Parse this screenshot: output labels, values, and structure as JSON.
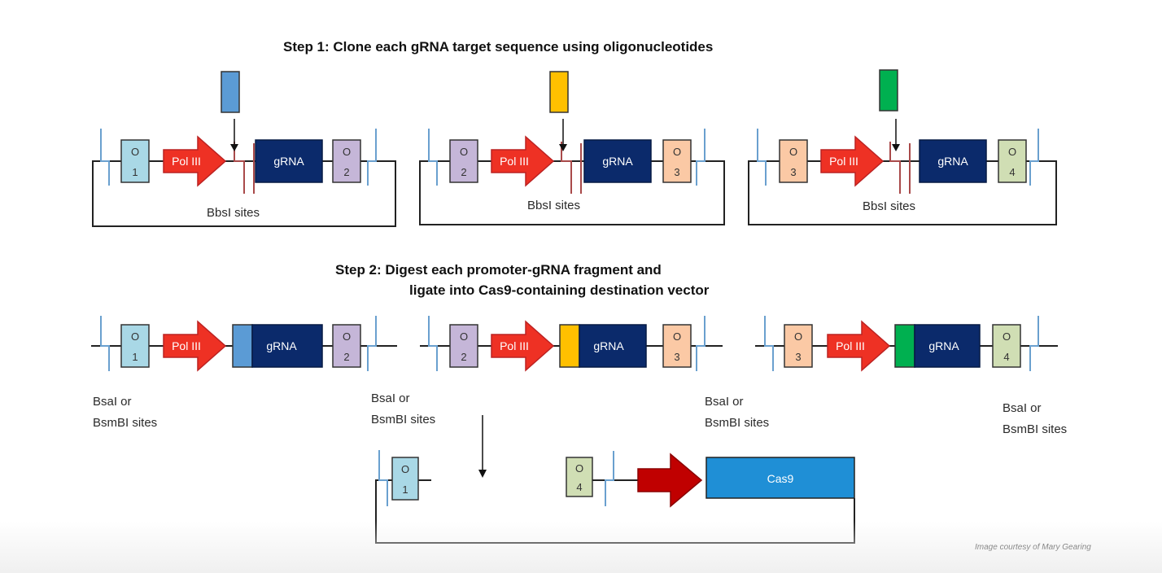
{
  "step1": {
    "title": "Step 1: Clone each gRNA target sequence using oligonucleotides",
    "constructs": [
      {
        "left_overlap": [
          "O",
          "1"
        ],
        "right_overlap": [
          "O",
          "2"
        ],
        "promoter": "Pol III",
        "grna": "gRNA",
        "site_label": "BbsI sites",
        "oligo_color": "#5b9bd5"
      },
      {
        "left_overlap": [
          "O",
          "2"
        ],
        "right_overlap": [
          "O",
          "3"
        ],
        "promoter": "Pol III",
        "grna": "gRNA",
        "site_label": "BbsI sites",
        "oligo_color": "#ffc000"
      },
      {
        "left_overlap": [
          "O",
          "3"
        ],
        "right_overlap": [
          "O",
          "4"
        ],
        "promoter": "Pol III",
        "grna": "gRNA",
        "site_label": "BbsI sites",
        "oligo_color": "#00b050"
      }
    ]
  },
  "step2": {
    "title_line1": "Step 2:  Digest each promoter-gRNA fragment and",
    "title_line2": "ligate into Cas9-containing destination vector",
    "fragments": [
      {
        "left_overlap": [
          "O",
          "1"
        ],
        "right_overlap": [
          "O",
          "2"
        ],
        "promoter": "Pol III",
        "grna": "gRNA",
        "target_color": "#5b9bd5"
      },
      {
        "left_overlap": [
          "O",
          "2"
        ],
        "right_overlap": [
          "O",
          "3"
        ],
        "promoter": "Pol III",
        "grna": "gRNA",
        "target_color": "#ffc000"
      },
      {
        "left_overlap": [
          "O",
          "3"
        ],
        "right_overlap": [
          "O",
          "4"
        ],
        "promoter": "Pol III",
        "grna": "gRNA",
        "target_color": "#00b050"
      }
    ],
    "site_labels": [
      [
        "BsaI or",
        "BsmBI sites"
      ],
      [
        "BsaI or",
        "BsmBI sites"
      ],
      [
        "BsaI or",
        "BsmBI sites"
      ],
      [
        "BsaI or",
        "BsmBI sites"
      ]
    ],
    "destination": {
      "left_overlap": [
        "O",
        "1"
      ],
      "right_overlap": [
        "O",
        "4"
      ],
      "cas9": "Cas9"
    }
  },
  "credit": "Image courtesy of Mary Gearing",
  "colors": {
    "promoter": "#ee3124",
    "promoter_dark": "#c00000",
    "grna": "#0b2a6b",
    "cas9": "#1f8fd6",
    "o1": "#a9d8e6",
    "o2": "#c5b6d8",
    "o3": "#fbc9a5",
    "o4": "#d0deb4",
    "site_blue": "#6aa0cf",
    "site_red": "#a94a4a"
  }
}
